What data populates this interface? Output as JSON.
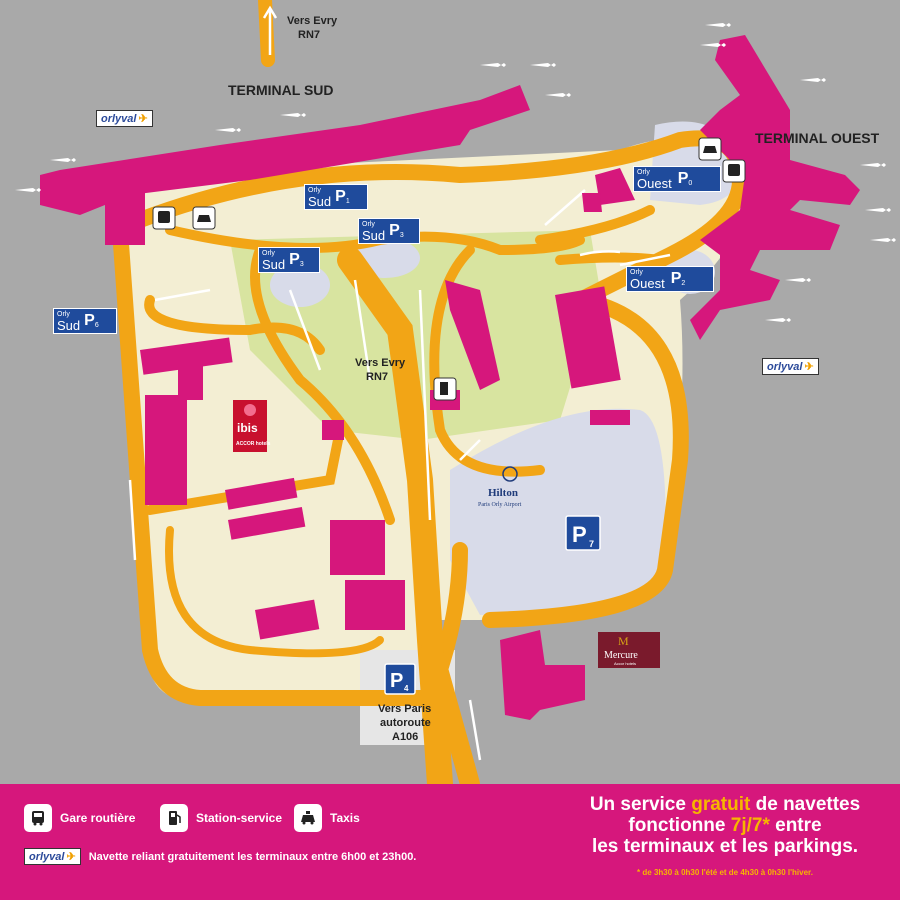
{
  "map": {
    "top_direction": "Vers Evry",
    "top_route": "RN7",
    "terminal_sud": "TERMINAL SUD",
    "terminal_ouest": "TERMINAL OUEST",
    "center_direction": "Vers Evry",
    "center_route": "RN7",
    "bottom_direction_1": "Vers Paris",
    "bottom_direction_2": "autoroute",
    "bottom_direction_3": "A106",
    "ibis": "ibis",
    "ibis_sub": "ACCOR hotels",
    "hilton": "Hilton",
    "hilton_sub": "Paris Orly Airport",
    "mercure": "Mercure",
    "mercure_sub": "Accor hotels",
    "orlyval_label": "orlyval",
    "parkings": [
      {
        "id": "p1",
        "small": "Orly",
        "name": "Sud",
        "p": "P",
        "num": "1"
      },
      {
        "id": "p3a",
        "small": "Orly",
        "name": "Sud",
        "p": "P",
        "num": "3"
      },
      {
        "id": "p3b",
        "small": "Orly",
        "name": "Sud",
        "p": "P",
        "num": "3"
      },
      {
        "id": "p6",
        "small": "Orly",
        "name": "Sud",
        "p": "P",
        "num": "6"
      },
      {
        "id": "p0",
        "small": "Orly",
        "name": "Ouest",
        "p": "P",
        "num": "0"
      },
      {
        "id": "p2",
        "small": "Orly",
        "name": "Ouest",
        "p": "P",
        "num": "2"
      }
    ],
    "p7": {
      "p": "P",
      "num": "7"
    },
    "p4": {
      "p": "P",
      "num": "4"
    },
    "colors": {
      "terminal": "#d6177c",
      "road": "#f2a516",
      "land": "#f3eed3",
      "green": "#d8e4a0",
      "parking": "#d8dbe9",
      "badge": "#1f4b9c"
    }
  },
  "legend": {
    "bus": "Gare routière",
    "fuel": "Station-service",
    "taxi": "Taxis",
    "orlyval_text": "Navette reliant gratuitement les terminaux entre 6h00 et 23h00.",
    "promo_line1a": "Un service ",
    "promo_line1b": "gratuit",
    "promo_line1c": " de navettes",
    "promo_line2a": "fonctionne ",
    "promo_line2b": "7j/7*",
    "promo_line2c": " entre",
    "promo_line3": "les terminaux et les parkings.",
    "footnote": "* de 3h30 à 0h30 l'été et de 4h30 à 0h30 l'hiver."
  }
}
